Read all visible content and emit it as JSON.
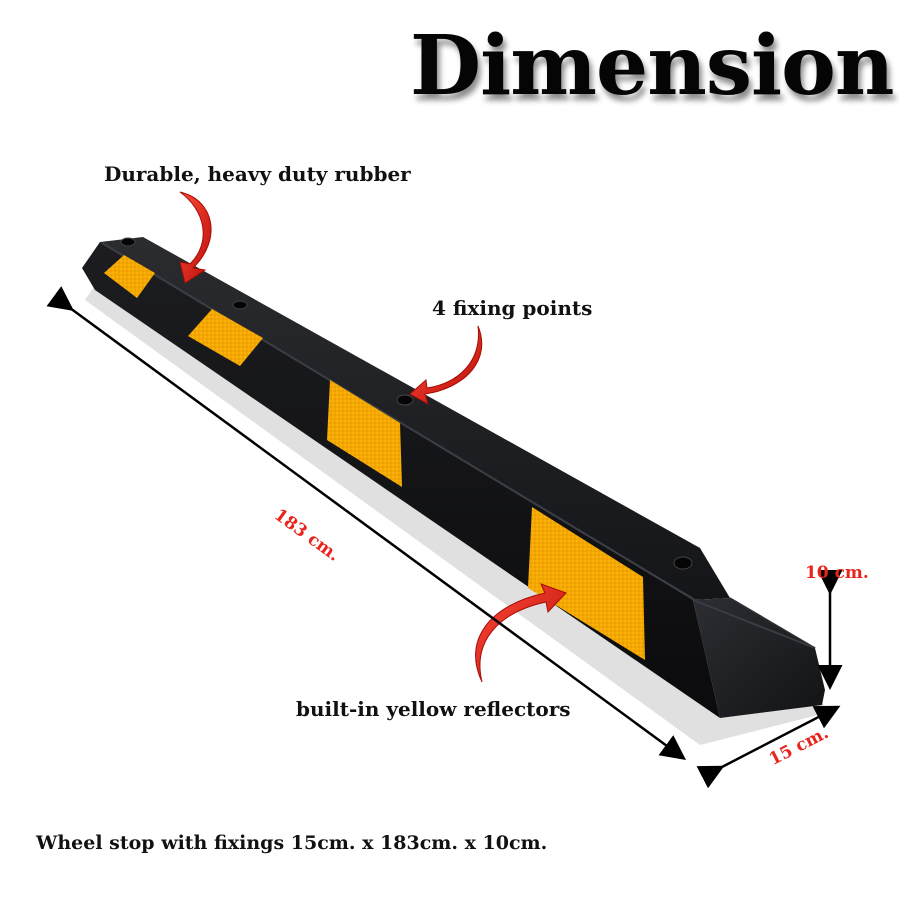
{
  "title": "Dimension",
  "callouts": {
    "rubber": "Durable, heavy duty rubber",
    "fixing": "4 fixing points",
    "reflectors": "built-in yellow reflectors"
  },
  "dimensions": {
    "length": "183 cm.",
    "height": "10 cm.",
    "width": "15 cm."
  },
  "caption": "Wheel stop with fixings 15cm. x 183cm. x 10cm.",
  "colors": {
    "rubber": "#151618",
    "reflector": "#f5a800",
    "arrow_red": "#e8241c",
    "dimension_line": "#000000"
  }
}
